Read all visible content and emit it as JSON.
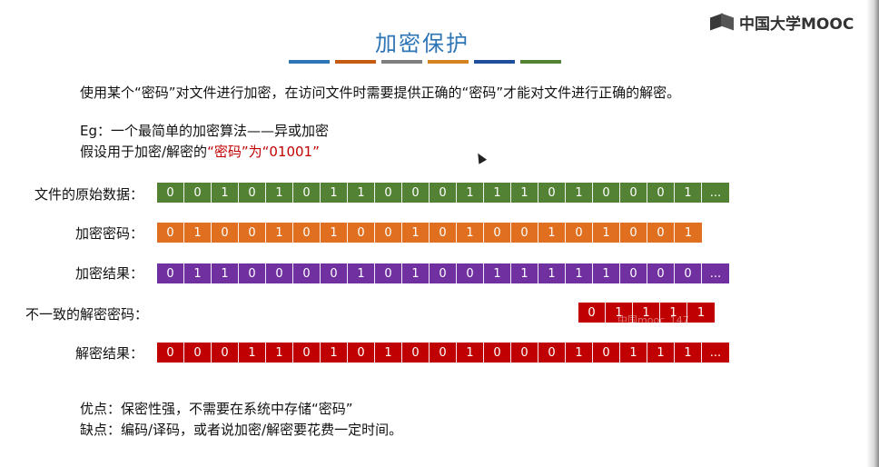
{
  "brand": {
    "logo_text": "中国大学MOOC"
  },
  "title": "加密保护",
  "title_bar_colors": [
    "#2e75b6",
    "#c55a11",
    "#7f7f7f",
    "#d4831e",
    "#1f4e9c",
    "#548235"
  ],
  "intro": "使用某个“密码”对文件进行加密，在访问文件时需要提供正确的“密码”才能对文件进行正确的解密。",
  "eg": "Eg：一个最简单的加密算法——异或加密",
  "assume": {
    "prefix": "假设用于加密/解密的",
    "highlight": "“密码”为“01001”"
  },
  "rows": [
    {
      "label": "文件的原始数据：",
      "color": "#548235",
      "bits": [
        "0",
        "0",
        "1",
        "0",
        "1",
        "0",
        "1",
        "1",
        "0",
        "0",
        "0",
        "1",
        "1",
        "1",
        "0",
        "1",
        "0",
        "0",
        "0",
        "1",
        "..."
      ]
    },
    {
      "label": "加密密码：",
      "color": "#e07020",
      "bits": [
        "0",
        "1",
        "0",
        "0",
        "1",
        "0",
        "1",
        "0",
        "0",
        "1",
        "0",
        "1",
        "0",
        "0",
        "1",
        "0",
        "1",
        "0",
        "0",
        "1"
      ]
    },
    {
      "label": "加密结果：",
      "color": "#7030a0",
      "bits": [
        "0",
        "1",
        "1",
        "0",
        "0",
        "0",
        "0",
        "1",
        "0",
        "1",
        "0",
        "0",
        "1",
        "1",
        "1",
        "1",
        "1",
        "0",
        "0",
        "0",
        "..."
      ]
    },
    {
      "label": "不一致的解密密码：",
      "color": "#c00000",
      "bits": [
        "0",
        "1",
        "1",
        "1",
        "1"
      ]
    },
    {
      "label": "解密结果：",
      "color": "#c00000",
      "bits": [
        "0",
        "0",
        "0",
        "1",
        "1",
        "0",
        "1",
        "0",
        "1",
        "0",
        "0",
        "1",
        "0",
        "0",
        "0",
        "1",
        "0",
        "1",
        "1",
        "1",
        "..."
      ]
    }
  ],
  "watermark": "中国mooc_147",
  "pros": "优点：保密性强，不需要在系统中存储“密码”",
  "cons": "缺点：编码/译码，或者说加密/解密要花费一定时间。"
}
